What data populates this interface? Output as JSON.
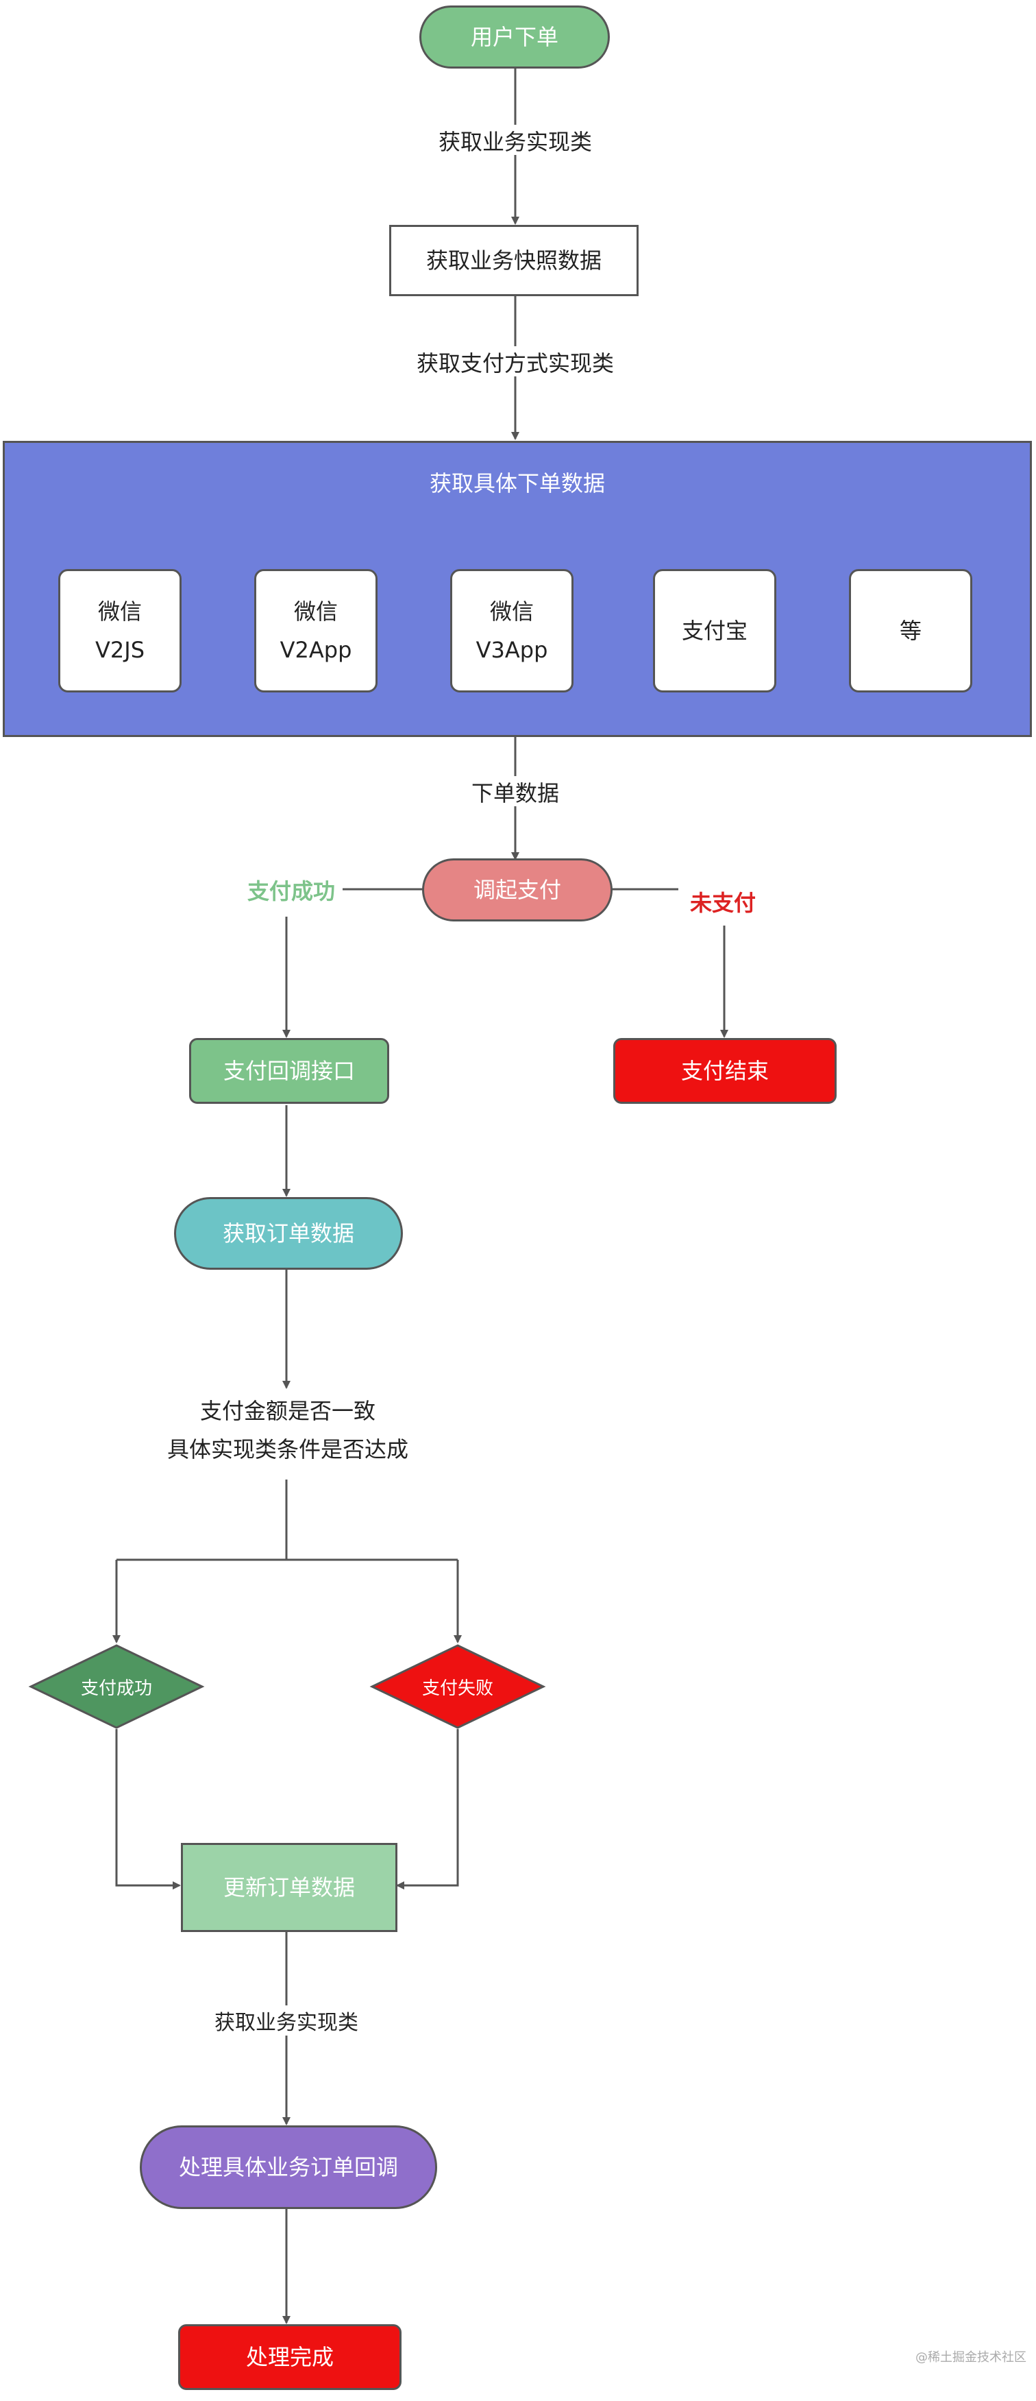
{
  "nodes": {
    "start": "用户下单",
    "snapshot": "获取业务快照数据",
    "container_title": "获取具体下单数据",
    "cards": [
      {
        "line1": "微信",
        "line2": "V2JS"
      },
      {
        "line1": "微信",
        "line2": "V2App"
      },
      {
        "line1": "微信",
        "line2": "V3App"
      },
      {
        "line1": "支付宝",
        "line2": ""
      },
      {
        "line1": "等",
        "line2": ""
      }
    ],
    "invoke_pay": "调起支付",
    "callback": "支付回调接口",
    "pay_end": "支付结束",
    "get_order": "获取订单数据",
    "check_line1": "支付金额是否一致",
    "check_line2": "具体实现类条件是否达成",
    "diamond_success": "支付成功",
    "diamond_fail": "支付失败",
    "update_order": "更新订单数据",
    "handle_callback": "处理具体业务订单回调",
    "done": "处理完成"
  },
  "edge_labels": {
    "get_impl_1": "获取业务实现类",
    "get_pay_impl": "获取支付方式实现类",
    "order_data": "下单数据",
    "pay_success": "支付成功",
    "not_paid": "未支付",
    "get_impl_2": "获取业务实现类"
  },
  "watermark": "@稀土掘金技术社区",
  "colors": {
    "green": "#7dc38a",
    "blue": "#6f7fdb",
    "salmon": "#e58585",
    "red": "#ee1111",
    "teal": "#6cc4c6",
    "dark_green": "#4f9660",
    "light_green": "#9cd3a8",
    "purple": "#8f6fcb",
    "label_green": "#7dc38a",
    "label_red": "#dd2222"
  }
}
